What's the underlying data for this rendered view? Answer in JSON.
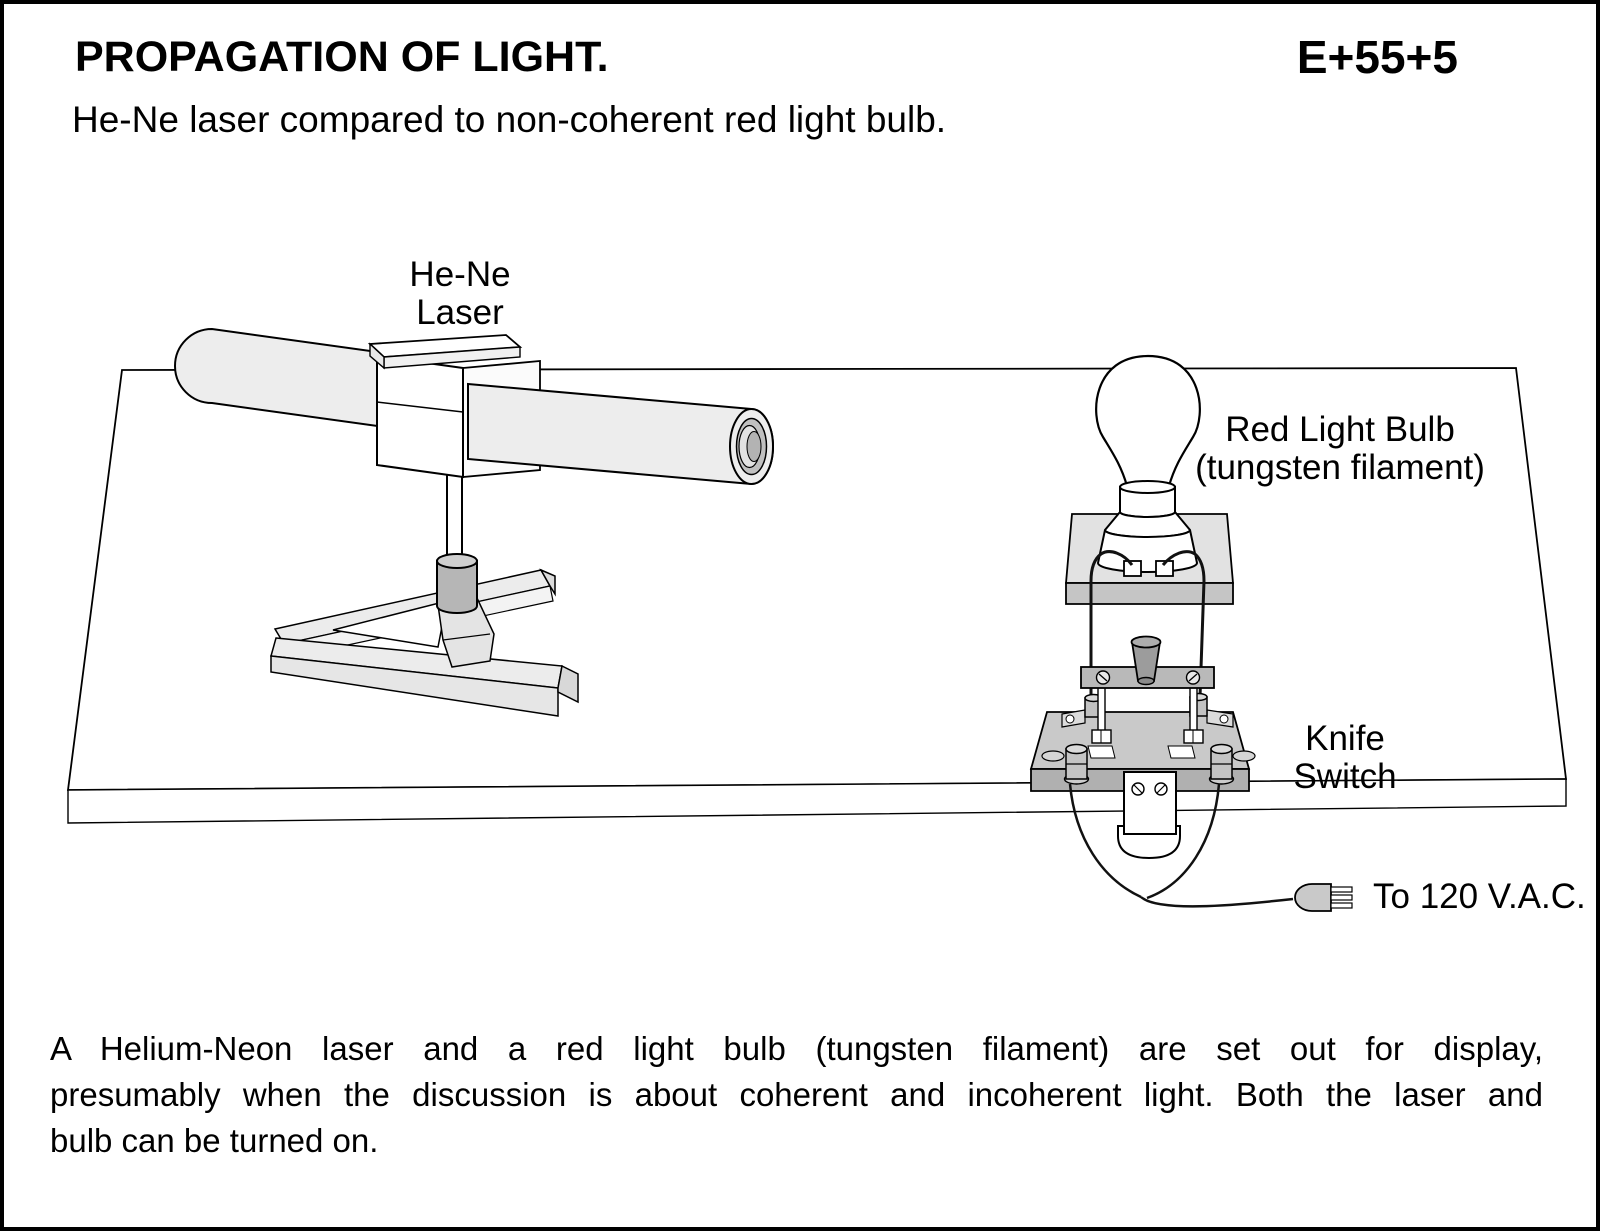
{
  "header": {
    "title": "PROPAGATION OF LIGHT.",
    "code": "E+55+5"
  },
  "subtitle": "He-Ne laser compared to non-coherent red light bulb.",
  "diagram": {
    "laser_label": {
      "line1": "He-Ne",
      "line2": "Laser"
    },
    "bulb_label": {
      "line1": "Red Light Bulb",
      "line2": "(tungsten filament)"
    },
    "switch_label": {
      "line1": "Knife",
      "line2": "Switch"
    },
    "power_label": "To 120 V.A.C."
  },
  "caption": {
    "line1": "A Helium-Neon laser and a red light bulb (tungsten filament) are set out for display,",
    "line2": "presumably when the discussion is about coherent and incoherent light. Both the laser and",
    "line3": "bulb can be turned on."
  },
  "colors": {
    "line": "#000000",
    "background": "#ffffff",
    "tube_gray": "#ededed",
    "plate_gray": "#c9c9c9",
    "collar_gray": "#b6b6b6",
    "knob_gray": "#9c9c9c"
  }
}
